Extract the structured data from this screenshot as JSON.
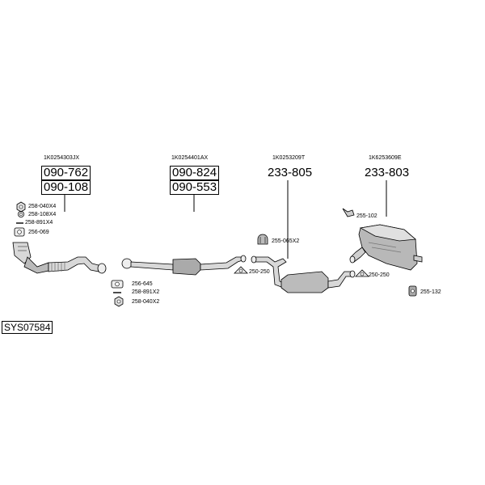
{
  "groups": [
    {
      "oem": "1K0254303JX",
      "codes": [
        "090-762",
        "090-108"
      ]
    },
    {
      "oem": "1K0254401AX",
      "codes": [
        "090-824",
        "090-553"
      ]
    },
    {
      "oem": "1K0253209T",
      "codes": [
        "233-805"
      ]
    },
    {
      "oem": "1K6253609E",
      "codes": [
        "233-803"
      ]
    }
  ],
  "parts": {
    "p258_040x4": "258-040X4",
    "p258_108x4": "258-108X4",
    "p258_891x4": "258-891X4",
    "p256_069": "256-069",
    "p256_645": "256-645",
    "p258_891x2": "258-891X2",
    "p258_040x2": "258-040X2",
    "p255_065x2": "255-065X2",
    "p250_250_a": "250-250",
    "p250_250_b": "250-250",
    "p255_102": "255-102",
    "p255_132": "255-132"
  },
  "system_id": "SYS07584"
}
